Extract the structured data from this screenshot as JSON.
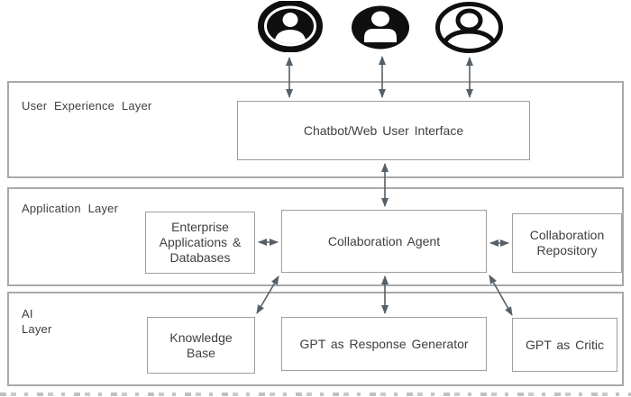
{
  "title": "Layered architecture diagram",
  "users": [
    {
      "icon": "user-avatar-ring-icon"
    },
    {
      "icon": "user-avatar-solid-icon"
    },
    {
      "icon": "user-avatar-outline-icon"
    }
  ],
  "layers": [
    {
      "label": "User Experience Layer",
      "boxes": [
        {
          "label": "Chatbot/Web User Interface"
        }
      ]
    },
    {
      "label": "Application Layer",
      "boxes": [
        {
          "label": "Enterprise Applications & Databases"
        },
        {
          "label": "Collaboration Agent"
        },
        {
          "label": "Collaboration Repository"
        }
      ]
    },
    {
      "label": "AI Layer",
      "boxes": [
        {
          "label": "Knowledge Base"
        },
        {
          "label": "GPT as Response Generator"
        },
        {
          "label": "GPT as Critic"
        }
      ]
    }
  ],
  "connections": [
    {
      "from": "user-1",
      "to": "chatbot-web-user-interface",
      "type": "bidirectional"
    },
    {
      "from": "user-2",
      "to": "chatbot-web-user-interface",
      "type": "bidirectional"
    },
    {
      "from": "user-3",
      "to": "chatbot-web-user-interface",
      "type": "bidirectional"
    },
    {
      "from": "chatbot-web-user-interface",
      "to": "collaboration-agent",
      "type": "bidirectional"
    },
    {
      "from": "enterprise-applications-databases",
      "to": "collaboration-agent",
      "type": "bidirectional"
    },
    {
      "from": "collaboration-agent",
      "to": "collaboration-repository",
      "type": "bidirectional"
    },
    {
      "from": "collaboration-agent",
      "to": "knowledge-base",
      "type": "bidirectional"
    },
    {
      "from": "collaboration-agent",
      "to": "gpt-as-response-generator",
      "type": "bidirectional"
    },
    {
      "from": "collaboration-agent",
      "to": "gpt-as-critic",
      "type": "bidirectional"
    }
  ],
  "colors": {
    "arrow": "#556069",
    "box_border": "#9e9e9e",
    "layer_border": "#a9a9a9",
    "text": "#3f3f3f",
    "icon": "#0f0f0f"
  }
}
